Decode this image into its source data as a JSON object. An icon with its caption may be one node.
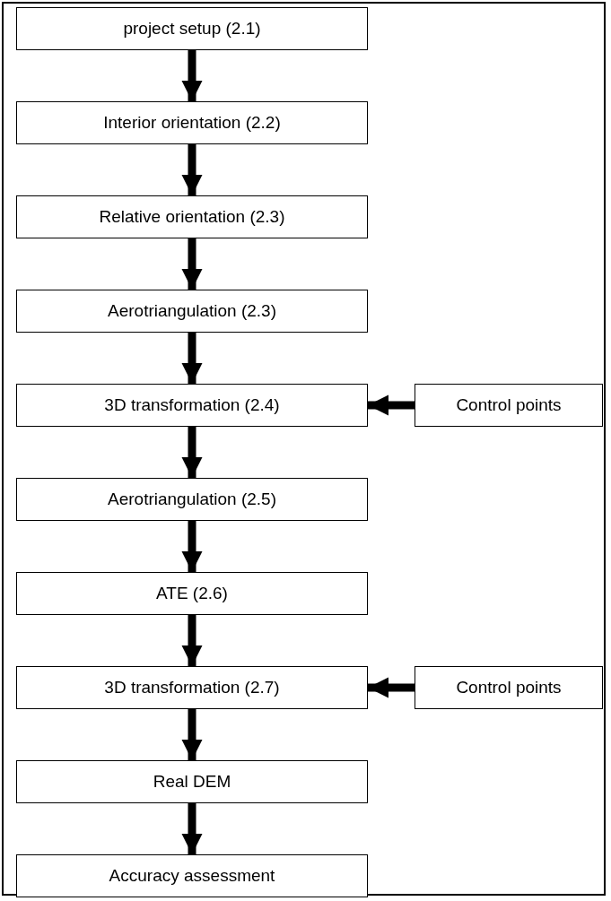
{
  "diagram": {
    "nodes": [
      {
        "text": [
          "project setup (2.1)"
        ]
      },
      {
        "text": [
          "Interior orientation (2.2)"
        ]
      },
      {
        "text": [
          "Relative orientation (2.3)"
        ]
      },
      {
        "text": [
          "Aerotriangulation (2.3)"
        ]
      },
      {
        "text": [
          "3D transformation (2.4)"
        ]
      },
      {
        "text": [
          "Control points"
        ]
      },
      {
        "text": [
          "Aerotriangulation (2.5)"
        ]
      },
      {
        "text": [
          "ATE (2.6)"
        ]
      },
      {
        "text": [
          "3D transformation (2.7)"
        ]
      },
      {
        "text": [
          "Control points"
        ]
      },
      {
        "text": [
          "Real DEM"
        ]
      },
      {
        "text": [
          "Accuracy assessment"
        ]
      }
    ],
    "edges": [
      {
        "from": 0,
        "to": 1,
        "arrow": "to"
      },
      {
        "from": 1,
        "to": 2,
        "arrow": "to"
      },
      {
        "from": 2,
        "to": 3,
        "arrow": "to"
      },
      {
        "from": 3,
        "to": 4,
        "arrow": "to"
      },
      {
        "from": 5,
        "to": 4,
        "arrow": "to"
      },
      {
        "from": 4,
        "to": 6,
        "arrow": "to"
      },
      {
        "from": 6,
        "to": 7,
        "arrow": "to"
      },
      {
        "from": 7,
        "to": 8,
        "arrow": "to"
      },
      {
        "from": 9,
        "to": 8,
        "arrow": "to"
      },
      {
        "from": 8,
        "to": 10,
        "arrow": "to"
      },
      {
        "from": 10,
        "to": 11,
        "arrow": "to"
      }
    ]
  }
}
